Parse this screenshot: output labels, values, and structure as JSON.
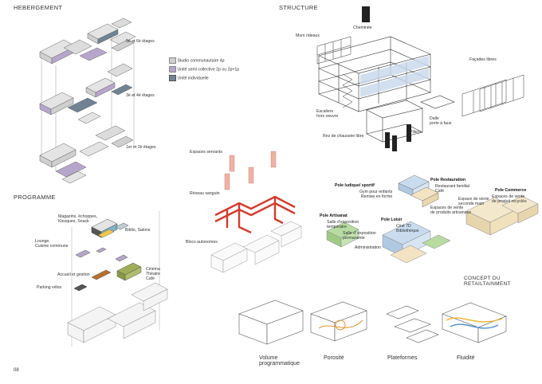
{
  "hebergement": {
    "title": "HEBERGEMENT",
    "levels": [
      "5è et 6è étages",
      "3è et 4è étages",
      "1er et 2è étages"
    ],
    "legend": [
      {
        "label": "Studio communautaire 4p",
        "color": "#cfcfcf"
      },
      {
        "label": "Unité semi collective 2p ou 2p+1p",
        "color": "#b7a6cc"
      },
      {
        "label": "Unité individuelle",
        "color": "#6f8394"
      }
    ]
  },
  "structure": {
    "title": "STRUCTURE",
    "labels": {
      "cheminee": "Cheminée",
      "murs": "Murs rideaux",
      "facades": "Façades libres",
      "escaliers": "Escaliers\nhors oeuvre",
      "dalle": "Dalle\nporte à faux",
      "piliers": "Piliers",
      "rdc": "Rez de chaussée libre"
    }
  },
  "programme": {
    "title": "PROGRAMME",
    "labels": {
      "magasins": "Magazins, échoppes,\nKiosques, Snack",
      "biblio": "Biblio, Salons",
      "lounge": "Lounge,\nCuisine commune",
      "accueil": "Accueil et gestion",
      "cinema": "Cinéma\nThéatre\nCafé",
      "parking": "Parking vélos"
    }
  },
  "reseau": {
    "servants": "Espaces servants",
    "sanguin": "Réseau sanguin",
    "blocs": "Blocs autonomes"
  },
  "poles": {
    "ludique_title": "Pole ludique/ sportif",
    "ludique_items": "Gym pour enfants\nRemise en forme",
    "restauration_title": "Pole Restauration",
    "restauration_items": "Restaurant familial\nCafé",
    "commerce_title": "Pole Commerce",
    "commerce_items": "Espaces de vente\nde produit recyclés",
    "vente_occasion": "Espace de vente\nseconde main",
    "vente_artisanaux": "Espaces de vente\nde produits artisanaux",
    "artisanat_title": "Pole Artisanat",
    "artisanat_items": "Salle d'exposition\ntemporaire",
    "expo_perm": "Salle d' exposition\npermanente",
    "loisir_title": "Pole Loisir",
    "loisir_items": "Ciné 7D\nBibliothèque",
    "admin": "Administration"
  },
  "concept": {
    "title": "CONCEPT DU RETAILTAINMENT",
    "items": [
      "Volume\nprogrammatique",
      "Porosité",
      "Plateformes",
      "Fluidité"
    ]
  },
  "page_number": "08"
}
